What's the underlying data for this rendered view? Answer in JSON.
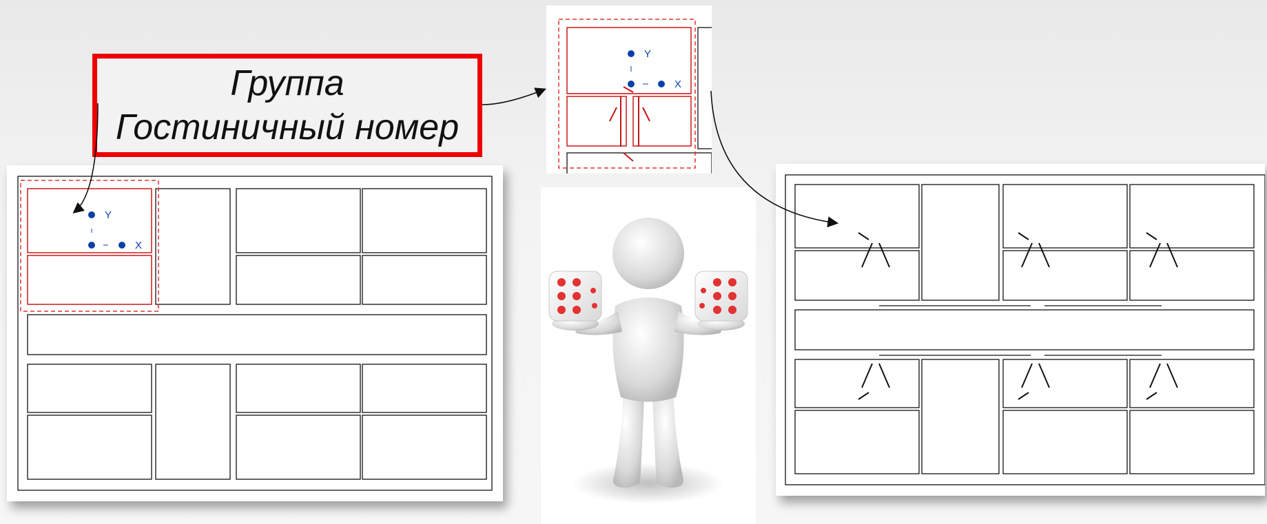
{
  "callout": {
    "line1": "Группа",
    "line2": "Гостиничный номер"
  },
  "axes": {
    "y_label": "Y",
    "x_label": "X"
  },
  "colors": {
    "group_outline": "#e23030",
    "axis_marker": "#0b3fa8",
    "callout_border": "#ee0000",
    "wall_line": "#111111"
  },
  "illustration": {
    "figure": "3d-person-holding-dice",
    "dice_face": 6
  }
}
